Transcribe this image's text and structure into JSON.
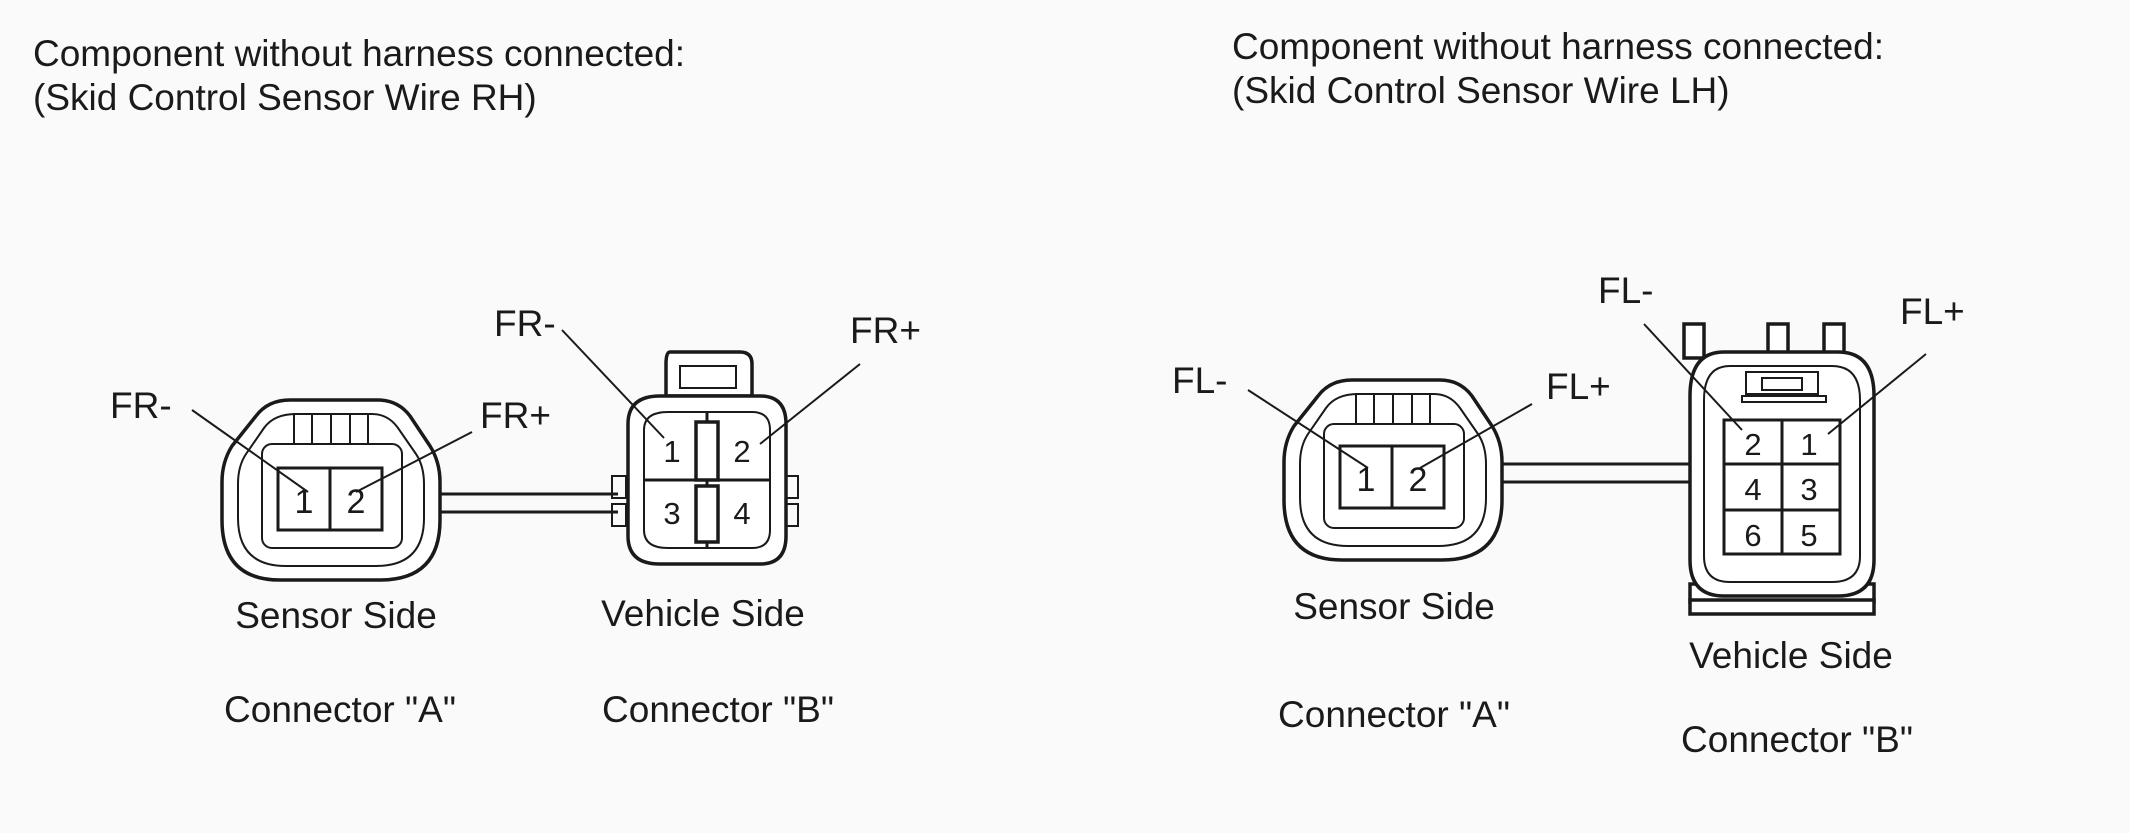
{
  "right_hand": {
    "heading": "Component without harness connected:",
    "subheading": "(Skid Control Sensor Wire RH)",
    "connector_a": {
      "side": "Sensor Side",
      "name": "Connector \"A\"",
      "pins": [
        "1",
        "2"
      ],
      "callouts": [
        "FR-",
        "FR+"
      ]
    },
    "connector_b": {
      "side": "Vehicle Side",
      "name": "Connector \"B\"",
      "pins": [
        "1",
        "2",
        "3",
        "4"
      ],
      "callouts": [
        "FR-",
        "FR+"
      ]
    }
  },
  "left_hand": {
    "heading": "Component without harness connected:",
    "subheading": "(Skid Control Sensor Wire LH)",
    "connector_a": {
      "side": "Sensor Side",
      "name": "Connector \"A\"",
      "pins": [
        "1",
        "2"
      ],
      "callouts": [
        "FL-",
        "FL+"
      ]
    },
    "connector_b": {
      "side": "Vehicle Side",
      "name": "Connector \"B\"",
      "pins": [
        "1",
        "2",
        "3",
        "4",
        "5",
        "6"
      ],
      "callouts": [
        "FL-",
        "FL+"
      ]
    }
  }
}
